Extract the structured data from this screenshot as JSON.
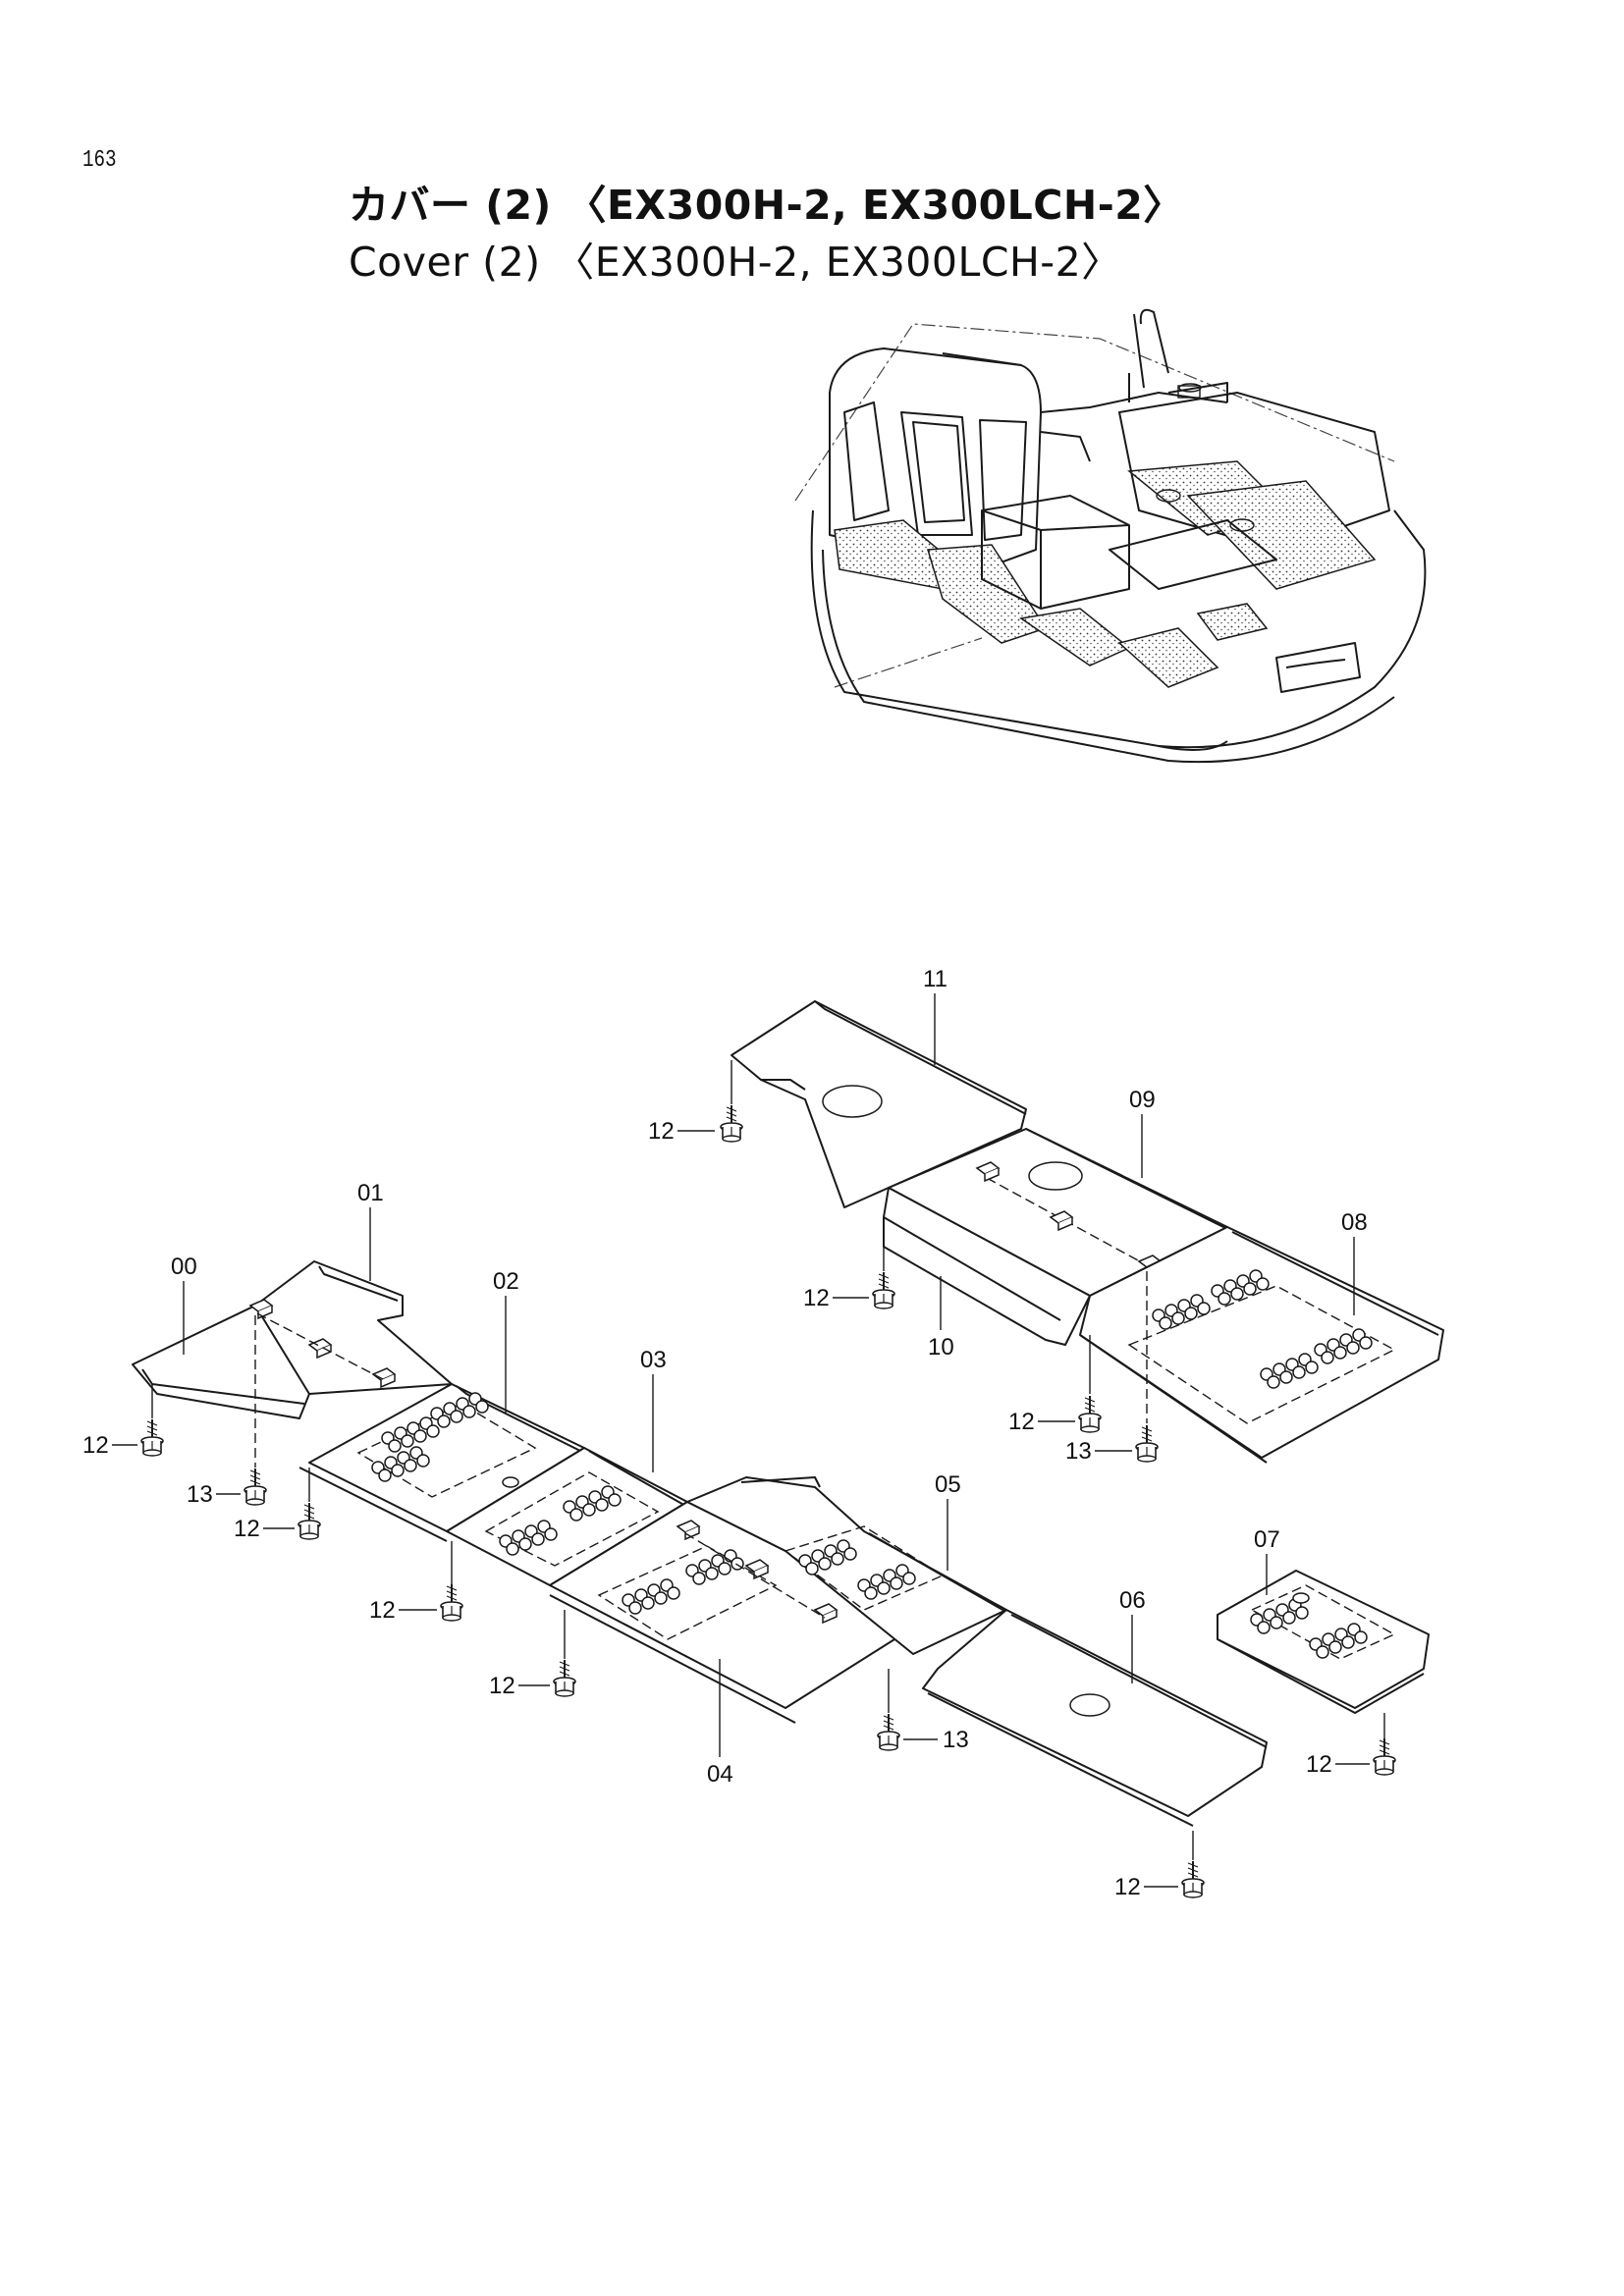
{
  "page": {
    "number": "163",
    "title_ja": "カバー (2) 〈EX300H-2, EX300LCH-2〉",
    "title_en": "Cover (2) 〈EX300H-2, EX300LCH-2〉"
  },
  "callouts": [
    {
      "id": "c11",
      "label": "11"
    },
    {
      "id": "c09",
      "label": "09"
    },
    {
      "id": "c08",
      "label": "08"
    },
    {
      "id": "c10",
      "label": "10"
    },
    {
      "id": "c01",
      "label": "01"
    },
    {
      "id": "c00",
      "label": "00"
    },
    {
      "id": "c02",
      "label": "02"
    },
    {
      "id": "c03",
      "label": "03"
    },
    {
      "id": "c05",
      "label": "05"
    },
    {
      "id": "c06",
      "label": "06"
    },
    {
      "id": "c07",
      "label": "07"
    },
    {
      "id": "c04",
      "label": "04"
    },
    {
      "id": "c12a",
      "label": "12"
    },
    {
      "id": "c12b",
      "label": "12"
    },
    {
      "id": "c12c",
      "label": "12"
    },
    {
      "id": "c12d",
      "label": "12"
    },
    {
      "id": "c12e",
      "label": "12"
    },
    {
      "id": "c12f",
      "label": "12"
    },
    {
      "id": "c12g",
      "label": "12"
    },
    {
      "id": "c12h",
      "label": "12"
    },
    {
      "id": "c12i",
      "label": "12"
    },
    {
      "id": "c12j",
      "label": "12"
    },
    {
      "id": "c13a",
      "label": "13"
    },
    {
      "id": "c13b",
      "label": "13"
    },
    {
      "id": "c13c",
      "label": "13"
    }
  ]
}
